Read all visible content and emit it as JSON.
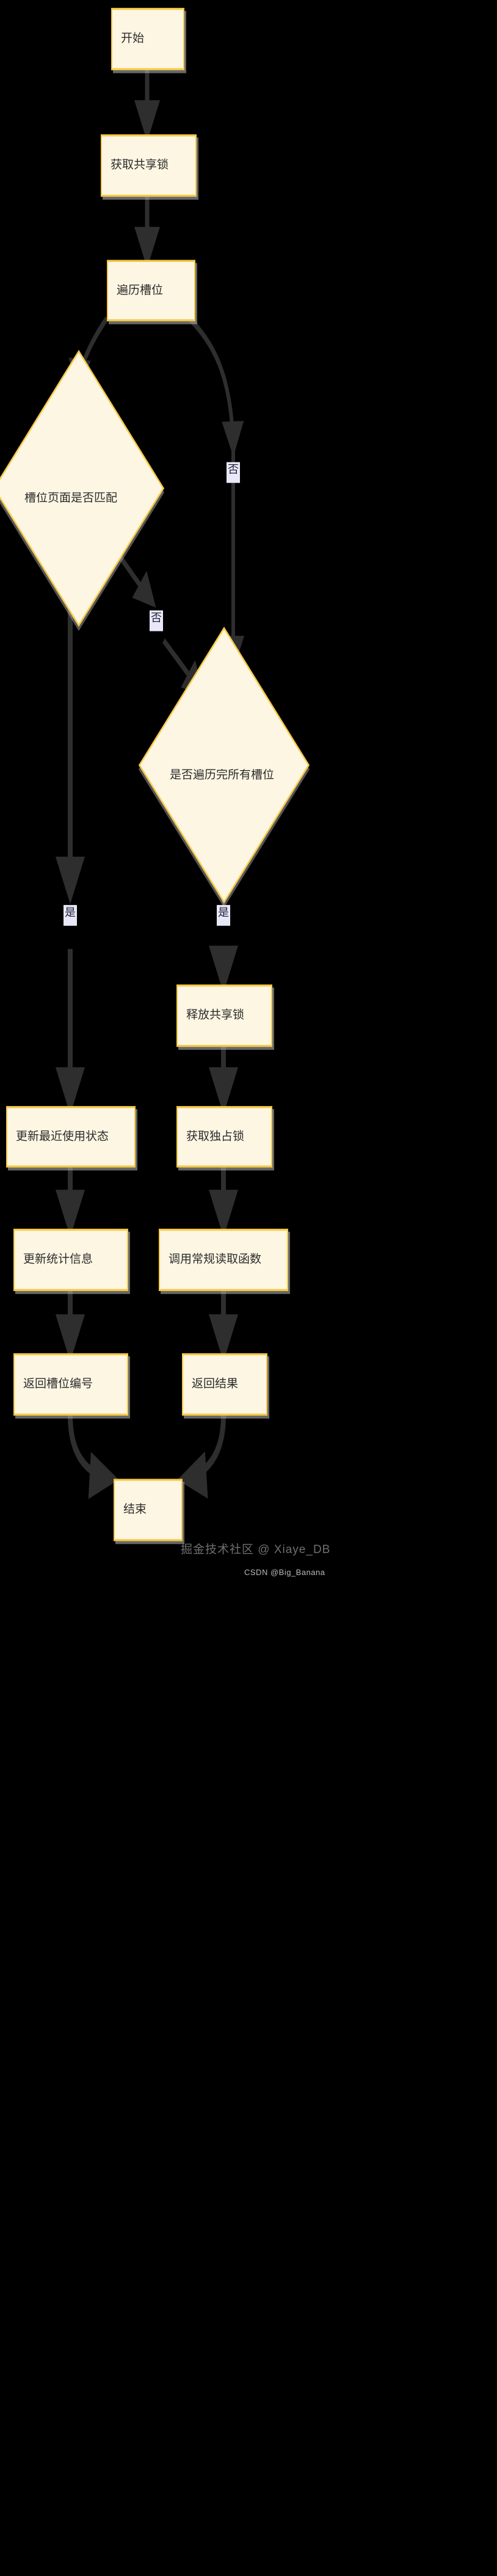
{
  "diagram": {
    "type": "flowchart",
    "background_color": "#000000",
    "node_fill": "#fdf6e3",
    "node_border": "#f6c944",
    "edge_color": "#333333",
    "edge_label_bg": "#e8e8f8",
    "text_color": "#2b2b2b"
  },
  "nodes": {
    "start": "开始",
    "acquire_shared_lock": "获取共享锁",
    "iterate_slots": "遍历槽位",
    "slot_page_match": "槽位页面是否匹配",
    "all_slots_done": "是否遍历完所有槽位",
    "update_recent_use": "更新最近使用状态",
    "update_stats": "更新统计信息",
    "return_slot_no": "返回槽位编号",
    "release_shared_lock": "释放共享锁",
    "acquire_exclusive_lock": "获取独占锁",
    "call_normal_read": "调用常规读取函数",
    "return_result": "返回结果",
    "end": "结束"
  },
  "edge_labels": {
    "match_no": "否",
    "iterate_no": "否",
    "match_yes": "是",
    "done_yes": "是"
  },
  "watermarks": {
    "primary": "掘金技术社区 @ Xiaye_DB",
    "secondary": "CSDN @Big_Banana"
  }
}
